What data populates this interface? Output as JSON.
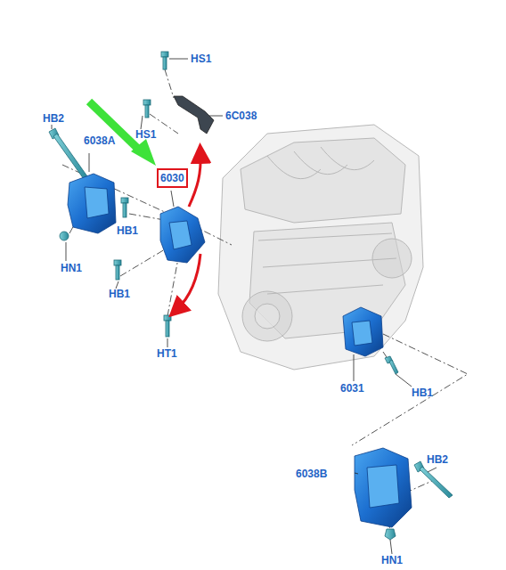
{
  "diagram": {
    "nodes": [
      {
        "text": [
          "6030"
        ]
      }
    ],
    "labels": [
      "HS1",
      "HS1",
      "6C038",
      "HB2",
      "6038A",
      "HB1",
      "HN1",
      "HB1",
      "HT1",
      "6031",
      "HB1",
      "6038B",
      "HB2",
      "HN1"
    ]
  }
}
